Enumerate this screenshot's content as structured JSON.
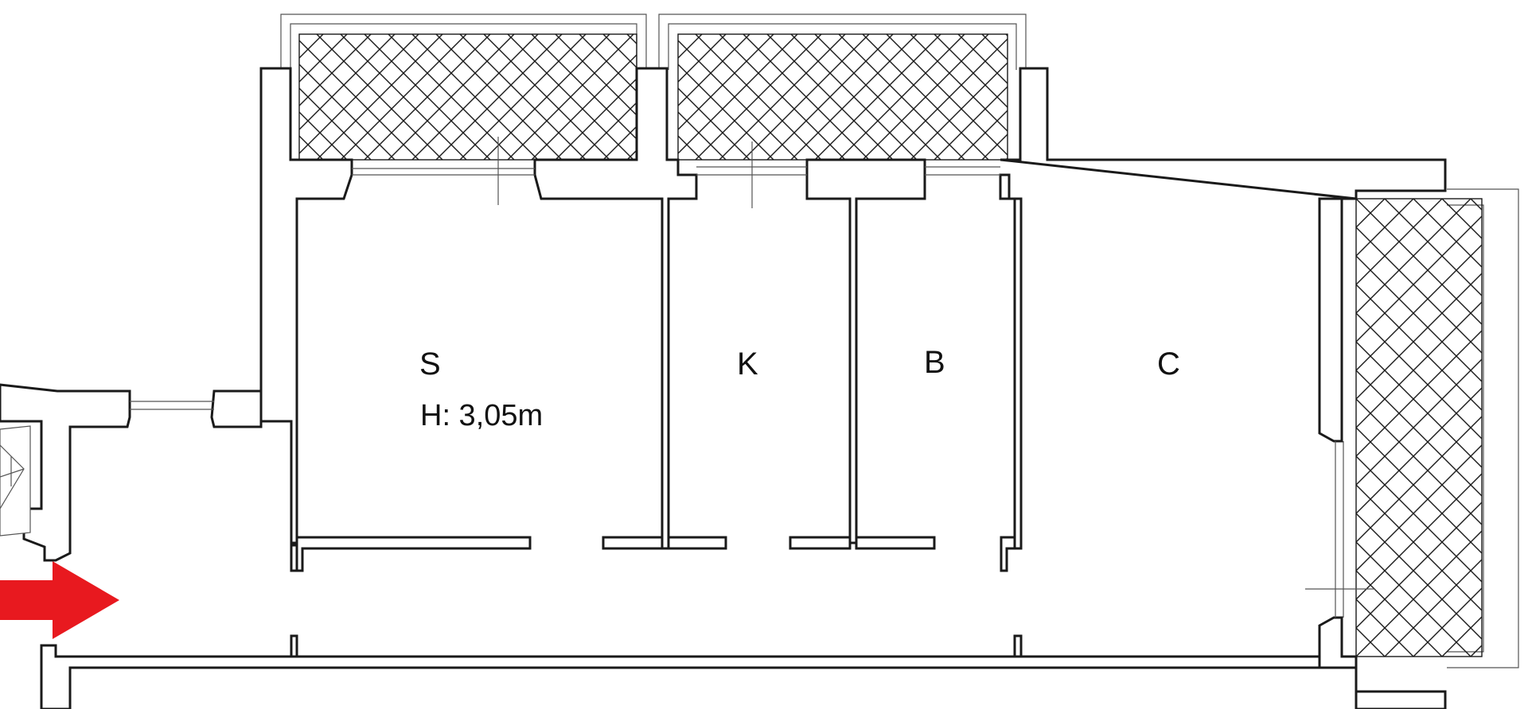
{
  "rooms": [
    {
      "id": "s",
      "label": "S"
    },
    {
      "id": "k",
      "label": "K"
    },
    {
      "id": "b",
      "label": "B"
    },
    {
      "id": "c",
      "label": "C"
    }
  ],
  "ceiling_height": "H: 3,05m",
  "colors": {
    "wall_stroke": "#1a1a1a",
    "hatch": "#1a1a1a",
    "entrance_arrow": "#e8191f",
    "background": "#ffffff"
  },
  "icons": {
    "entrance": "entrance-arrow-icon",
    "terrace": "crosshatch-pattern"
  }
}
